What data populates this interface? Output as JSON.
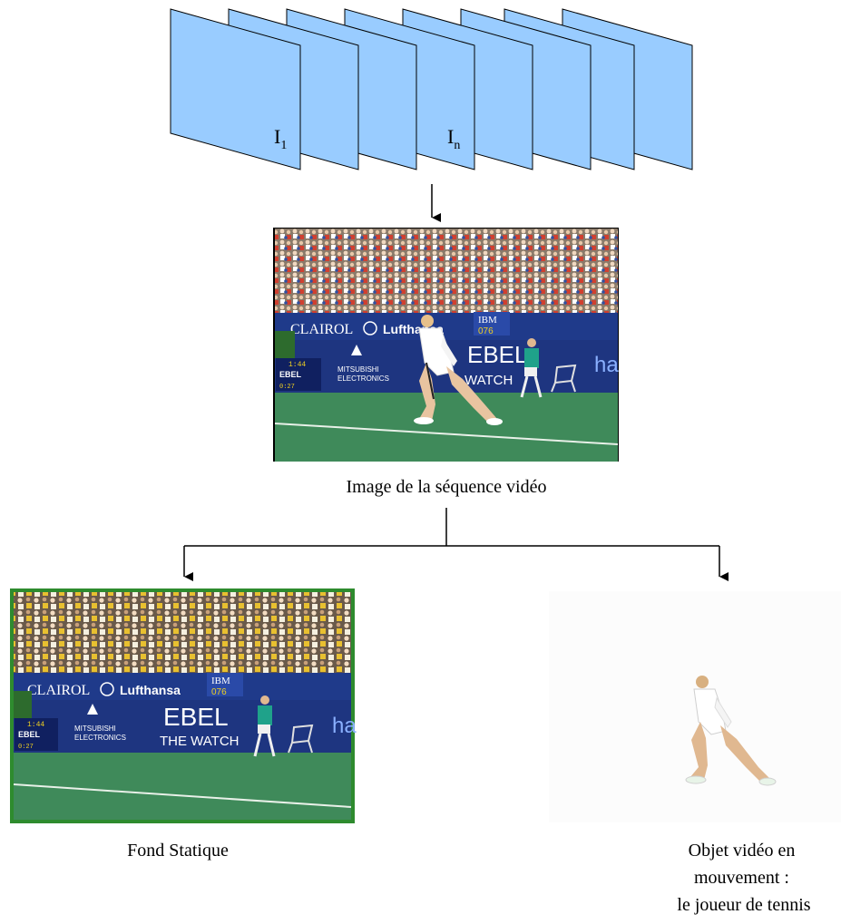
{
  "frames": {
    "fill_color": "#99ccff",
    "stroke_color": "#000000",
    "count": 8,
    "label_first": {
      "base": "I",
      "sub": "1"
    },
    "label_n": {
      "base": "I",
      "sub": "n"
    }
  },
  "video_frame": {
    "caption": "Image de la séquence vidéo",
    "ads": {
      "clairol": "CLAIROL",
      "lufthansa": "Lufthansa",
      "ibm": "IBM",
      "speed": "076",
      "ebel": "EBEL",
      "watch": "WATCH",
      "mitsubishi_1": "MITSUBISHI",
      "mitsubishi_2": "ELECTRONICS",
      "score": "1:44",
      "ebel_small": "EBEL",
      "score2": "0:27",
      "ha": "ha"
    }
  },
  "static_background": {
    "caption": "Fond Statique",
    "border_color": "#2e8b2e",
    "ads": {
      "clairol": "CLAIROL",
      "lufthansa": "Lufthansa",
      "ibm": "IBM",
      "speed": "076",
      "ebel": "EBEL",
      "watch": "THE WATCH",
      "mitsubishi_1": "MITSUBISHI",
      "mitsubishi_2": "ELECTRONICS",
      "score": "1:44",
      "ebel_small": "EBEL",
      "score2": "0:27",
      "ha": "ha"
    }
  },
  "moving_object": {
    "caption_lines": [
      "Objet vidéo en",
      "mouvement :",
      "le joueur de tennis"
    ]
  },
  "colors": {
    "court": "#3f8a5a",
    "wall": "#1f3a8a",
    "crowd_base": "#7a6a5a",
    "arrow": "#000000"
  }
}
